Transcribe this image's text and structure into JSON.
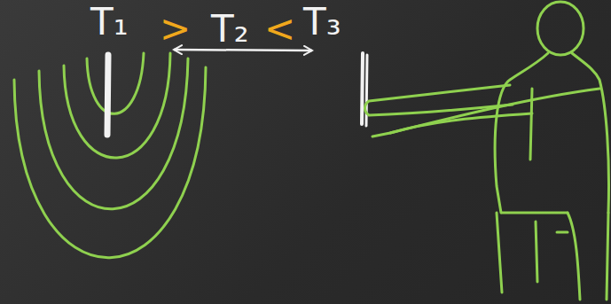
{
  "diagram": {
    "labels": [
      "T₁",
      ">",
      "T₂",
      "<",
      "T₃"
    ]
  }
}
